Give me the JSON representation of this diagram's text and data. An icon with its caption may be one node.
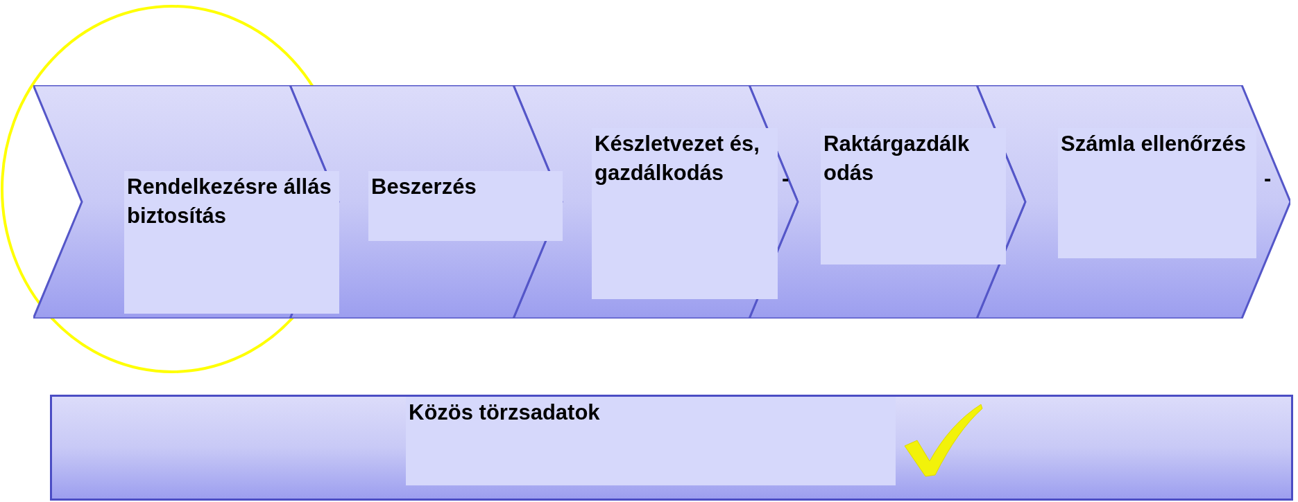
{
  "diagram": {
    "nodes": [
      {
        "text": [
          "Rendelkezésre állás biztosítás"
        ]
      },
      {
        "text": [
          "Beszerzés"
        ]
      },
      {
        "text": [
          "Készletvezet és, gazdálkodás"
        ]
      },
      {
        "text": [
          "Raktárgazdálk odás"
        ]
      },
      {
        "text": [
          "Számla ellenőrzés"
        ]
      },
      {
        "text": [
          "Közös törzsadatok"
        ]
      }
    ],
    "labels": [
      "-",
      "-"
    ]
  }
}
